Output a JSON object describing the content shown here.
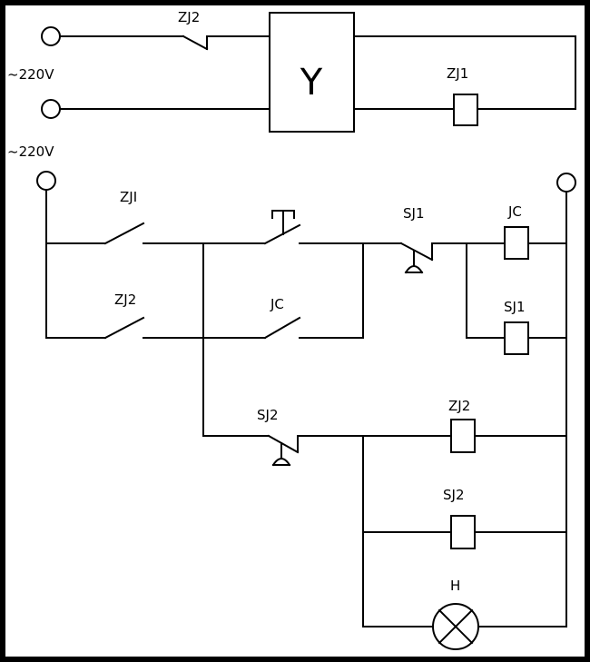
{
  "labels": {
    "top_switch": "ZJ2",
    "top_ac": "~220V",
    "sensor_symbol": "Y",
    "top_coil": "ZJ1",
    "bottom_ac": "~220V",
    "sw_zj1": "ZJI",
    "sw_zj2": "ZJ2",
    "sw_jc": "JC",
    "sw_sj1": "SJ1",
    "coil_jc": "JC",
    "coil_sj1": "SJ1",
    "sw_sj2": "SJ2",
    "coil_zj2": "ZJ2",
    "coil_sj2": "SJ2",
    "lamp": "H"
  },
  "colors": {
    "background": "#ffffff",
    "border": "#000000",
    "line": "#000000"
  }
}
